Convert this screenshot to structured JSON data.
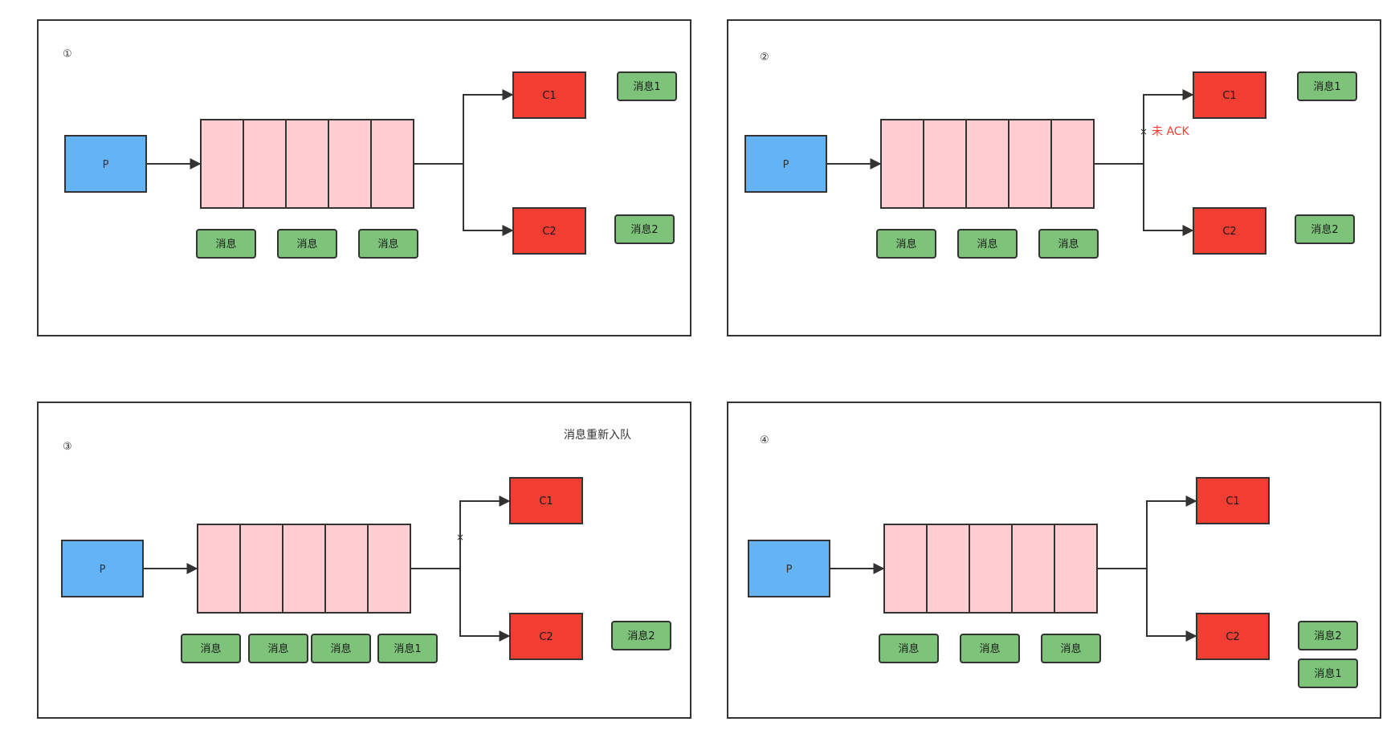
{
  "colors": {
    "producer": "#64b3f4",
    "consumer": "#f23d33",
    "queue": "#ffcdd2",
    "message": "#7dc47a",
    "stroke": "#333333",
    "warning_text": "#f23d33"
  },
  "panels": [
    {
      "step": "①",
      "producer": "P",
      "consumer1": "C1",
      "consumer2": "C2",
      "queue_messages": [
        "消息",
        "消息",
        "消息"
      ],
      "consumer1_messages": [
        "消息1"
      ],
      "consumer2_messages": [
        "消息2"
      ],
      "link_mark": "",
      "link_note": "",
      "note": ""
    },
    {
      "step": "②",
      "producer": "P",
      "consumer1": "C1",
      "consumer2": "C2",
      "queue_messages": [
        "消息",
        "消息",
        "消息"
      ],
      "consumer1_messages": [
        "消息1"
      ],
      "consumer2_messages": [
        "消息2"
      ],
      "link_mark": "×",
      "link_note": "未 ACK",
      "note": ""
    },
    {
      "step": "③",
      "producer": "P",
      "consumer1": "C1",
      "consumer2": "C2",
      "queue_messages": [
        "消息",
        "消息",
        "消息",
        "消息1"
      ],
      "consumer1_messages": [],
      "consumer2_messages": [
        "消息2"
      ],
      "link_mark": "×",
      "link_note": "",
      "note": "消息重新入队"
    },
    {
      "step": "④",
      "producer": "P",
      "consumer1": "C1",
      "consumer2": "C2",
      "queue_messages": [
        "消息",
        "消息",
        "消息"
      ],
      "consumer1_messages": [],
      "consumer2_messages": [
        "消息2",
        "消息1"
      ],
      "link_mark": "",
      "link_note": "",
      "note": ""
    }
  ]
}
